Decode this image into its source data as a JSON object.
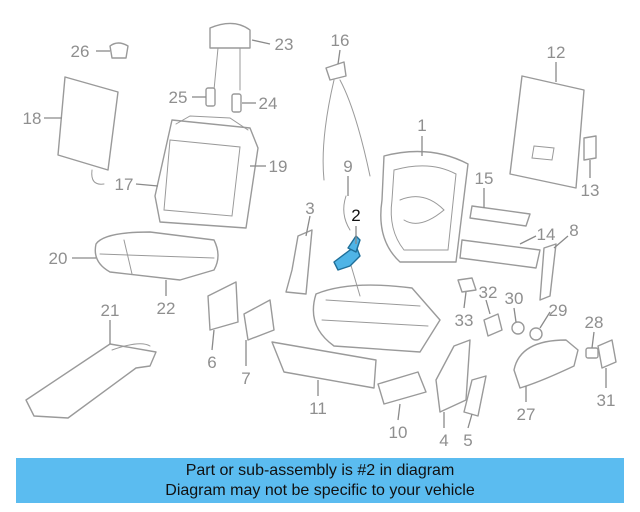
{
  "callouts": {
    "c1": "1",
    "c2": "2",
    "c3": "3",
    "c4": "4",
    "c5": "5",
    "c6": "6",
    "c7": "7",
    "c8": "8",
    "c9": "9",
    "c10": "10",
    "c11": "11",
    "c12": "12",
    "c13": "13",
    "c14": "14",
    "c15": "15",
    "c16": "16",
    "c17": "17",
    "c18": "18",
    "c19": "19",
    "c20": "20",
    "c21": "21",
    "c22": "22",
    "c23": "23",
    "c24": "24",
    "c25": "25",
    "c26": "26",
    "c27": "27",
    "c28": "28",
    "c29": "29",
    "c30": "30",
    "c31": "31",
    "c32": "32",
    "c33": "33"
  },
  "highlight_color": "#4fb4e6",
  "banner": {
    "line1": "Part or sub-assembly is #2 in diagram",
    "line2": "Diagram may not be specific to your vehicle",
    "background": "#5bbcf0"
  }
}
